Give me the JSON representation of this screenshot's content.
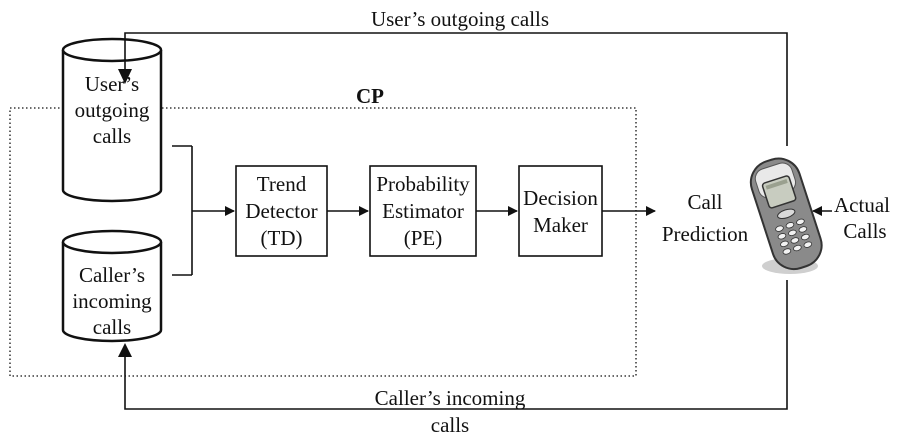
{
  "colors": {
    "line": "#111111",
    "background": "#ffffff",
    "phone_body": "#8a8a8a",
    "phone_screen": "#c8ccc0"
  },
  "cp_label": "CP",
  "feedback": {
    "top_label": "User’s outgoing calls",
    "bottom_label_line1": "Caller’s incoming",
    "bottom_label_line2": "calls"
  },
  "databases": {
    "outgoing": [
      "User’s",
      "outgoing",
      "calls"
    ],
    "incoming": [
      "Caller’s",
      "incoming",
      "calls"
    ]
  },
  "blocks": {
    "trend_detector": [
      "Trend",
      "Detector",
      "(TD)"
    ],
    "probability_estimator": [
      "Probability",
      "Estimator",
      "(PE)"
    ],
    "decision_maker": [
      "Decision",
      "Maker"
    ]
  },
  "output": {
    "line1": "Call",
    "line2": "Prediction"
  },
  "phone_input": {
    "line1": "Actual",
    "line2": "Calls"
  },
  "icons": {
    "phone": "mobile-phone-icon"
  }
}
